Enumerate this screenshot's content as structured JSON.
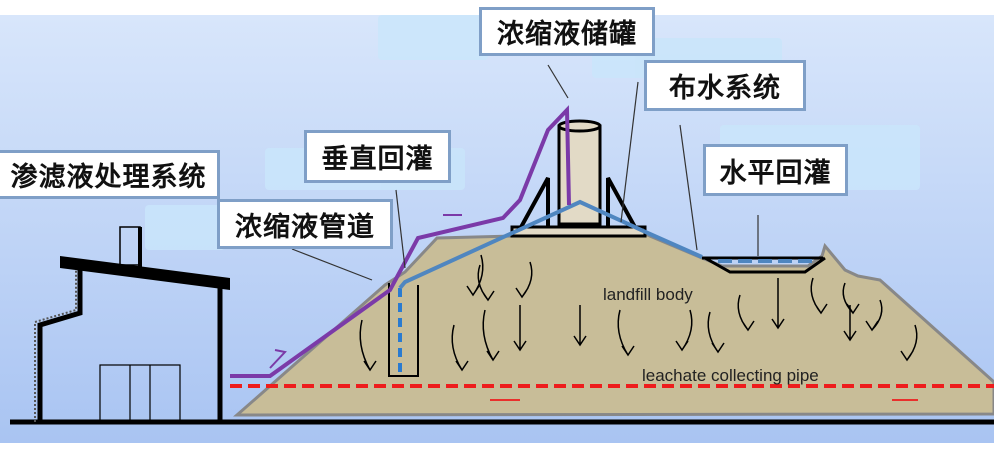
{
  "labels": {
    "treatment_system": "渗滤液处理系统",
    "vertical_recirculation": "垂直回灌",
    "concentrate_pipe": "浓缩液管道",
    "concentrate_tank": "浓缩液储罐",
    "water_distribution": "布水系统",
    "horizontal_recirculation": "水平回灌"
  },
  "annotations": {
    "landfill_body": "landfill body",
    "collecting_pipe": "leachate collecting pipe"
  },
  "colors": {
    "concentrate_line": "#7b3aa8",
    "distribution_line": "#4f86c0",
    "leachate_pipe": "#ee1c1c",
    "landfill_fill": "#c8bd98"
  }
}
